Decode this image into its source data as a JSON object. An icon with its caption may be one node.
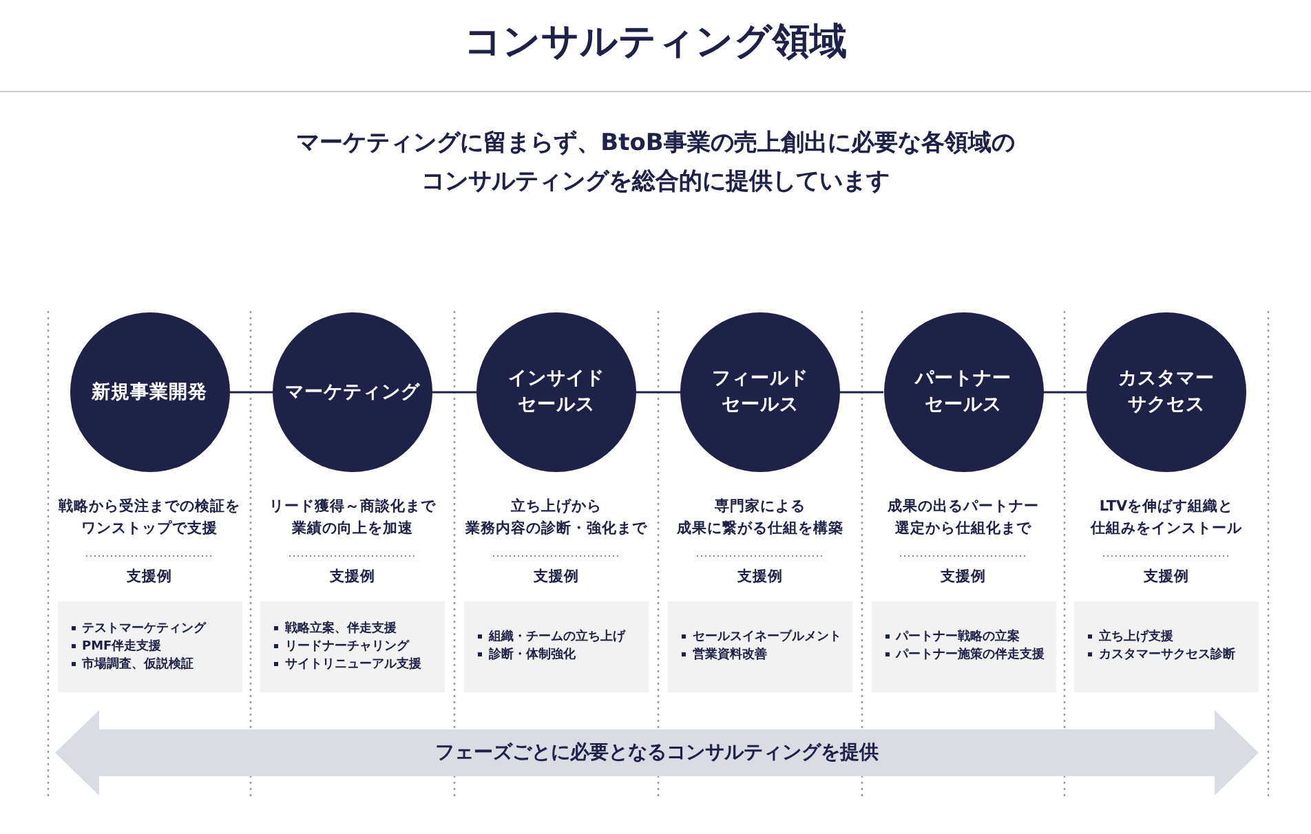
{
  "diagram": {
    "title": "コンサルティング領域",
    "nodes": [
      {
        "text": [
          "新規事業開発"
        ]
      },
      {
        "text": [
          "マーケティング"
        ]
      },
      {
        "text": [
          "インサイドセールス"
        ]
      },
      {
        "text": [
          "フィールドセールス"
        ]
      },
      {
        "text": [
          "パートナーセールス"
        ]
      },
      {
        "text": [
          "カスタマーサクセス"
        ]
      },
      {
        "text": [
          "テストマーケティング",
          "PMF伴走支援",
          "市場調査、仮説検証"
        ]
      },
      {
        "text": [
          "戦略立案、伴走支援",
          "リードナーチャリング",
          "サイトリニューアル支援"
        ]
      },
      {
        "text": [
          "組織・チームの立ち上げ",
          "診断・体制強化"
        ]
      },
      {
        "text": [
          "セールスイネーブルメント",
          "営業資料改善"
        ]
      },
      {
        "text": [
          "パートナー戦略の立案",
          "パートナー施策の伴走支援"
        ]
      },
      {
        "text": [
          "立ち上げ支援",
          "カスタマーサクセス診断"
        ]
      }
    ],
    "edges": [
      {
        "from": 0,
        "to": 1,
        "arrow": "none"
      },
      {
        "from": 1,
        "to": 2,
        "arrow": "none"
      },
      {
        "from": 2,
        "to": 3,
        "arrow": "none"
      },
      {
        "from": 3,
        "to": 4,
        "arrow": "none"
      },
      {
        "from": 4,
        "to": 5,
        "arrow": "none"
      }
    ],
    "labels": [
      "マーケティングに留まらず、BtoB事業の売上創出に必要な各領域のコンサルティングを総合的に提供しています",
      "戦略から受注までの検証をワンストップで支援",
      "リード獲得～商談化まで業績の向上を加速",
      "立ち上げから業務内容の診断・強化まで",
      "専門家による成果に繋がる仕組を構築",
      "成果の出るパートナー選定から仕組化まで",
      "LTVを伸ばす組織と仕組みをインストール",
      "支援例",
      "支援例",
      "支援例",
      "支援例",
      "支援例",
      "支援例",
      "フェーズごとに必要となるコンサルティングを提供"
    ]
  }
}
